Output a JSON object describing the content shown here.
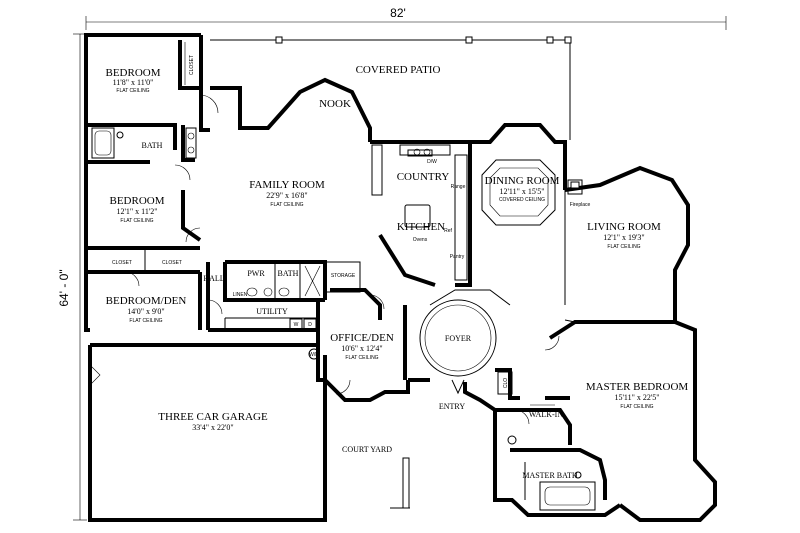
{
  "dimensions": {
    "width": "82'",
    "depth": "64' - 0\""
  },
  "rooms": {
    "bedroom1": {
      "name": "BEDROOM",
      "size": "11'8\" x 11'0\"",
      "ceiling": "FLAT CEILING"
    },
    "bath1": {
      "name": "BATH"
    },
    "bedroom2": {
      "name": "BEDROOM",
      "size": "12'1\" x 11'2\"",
      "ceiling": "FLAT CEILING"
    },
    "closet1": {
      "name": "CLOSET"
    },
    "closet2": {
      "name": "CLOSET"
    },
    "closet_top": {
      "name": "CLOSET"
    },
    "bedroom_den": {
      "name": "BEDROOM/DEN",
      "size": "14'0\" x 9'0\"",
      "ceiling": "FLAT CEILING"
    },
    "family_room": {
      "name": "FAMILY ROOM",
      "size": "22'9\" x 16'8\"",
      "ceiling": "FLAT CEILING"
    },
    "covered_patio": {
      "name": "COVERED PATIO"
    },
    "nook": {
      "name": "NOOK"
    },
    "kitchen": {
      "name_top": "COUNTRY",
      "name_bottom": "KITCHEN",
      "range": "Range",
      "oven": "Ovens",
      "pantry": "Pantry",
      "dw": "D/W",
      "ref": "Ref"
    },
    "dining_room": {
      "name": "DINING ROOM",
      "size": "12'11\" x 15'5\"",
      "ceiling": "COVERED CEILING"
    },
    "living_room": {
      "name": "LIVING ROOM",
      "size": "12'1\" x 19'3\"",
      "ceiling": "FLAT CEILING",
      "fireplace": "Fireplace"
    },
    "hall": {
      "name": "HALL"
    },
    "pwr": {
      "name": "PWR"
    },
    "bath2": {
      "name": "BATH"
    },
    "linen": {
      "name": "LINEN"
    },
    "storage": {
      "name": "STORAGE"
    },
    "utility": {
      "name": "UTILITY",
      "washer": "W",
      "dryer": "D"
    },
    "wh": {
      "name": "W/H"
    },
    "office_den": {
      "name": "OFFICE/DEN",
      "size": "10'6\" x 12'4\"",
      "ceiling": "FLAT CEILING"
    },
    "foyer": {
      "name": "FOYER"
    },
    "entry": {
      "name": "ENTRY"
    },
    "garage": {
      "name": "THREE CAR GARAGE",
      "size": "33'4\" x 22'0\""
    },
    "court_yard": {
      "name": "COURT YARD"
    },
    "master_bedroom": {
      "name": "MASTER BEDROOM",
      "size": "15'11\" x 22'5\"",
      "ceiling": "FLAT CEILING"
    },
    "walk_in": {
      "name": "WALK-IN"
    },
    "master_bath": {
      "name": "MASTER BATH"
    },
    "clo": {
      "name": "CLO"
    }
  }
}
